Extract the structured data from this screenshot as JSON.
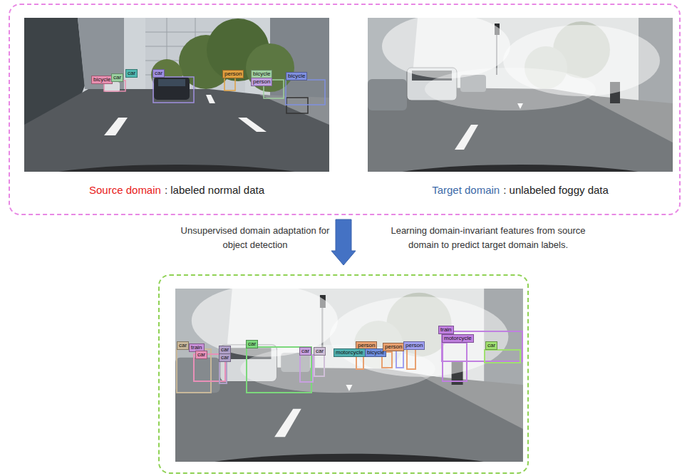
{
  "diagram": {
    "nodes": [
      {
        "text": [
          "bicycle",
          "car",
          "car",
          "car",
          "person",
          "bicycle",
          "person",
          "bicycle",
          "Source domain",
          ": labeled normal data",
          "Target domain",
          ": unlabeled foggy data"
        ]
      },
      {
        "text": [
          "car",
          "train",
          "car",
          "car",
          "car",
          "car",
          "car",
          "car",
          "person",
          "motorcycle",
          "bicycle",
          "person",
          "person",
          "train",
          "motorcycle",
          "car"
        ]
      }
    ],
    "edges": [
      {
        "from": 0,
        "to": 1,
        "arrow": "to"
      }
    ],
    "labels": [
      "Unsupervised domain adaptation for object detection",
      "Learning domain-invariant features from source domain to predict target domain labels."
    ]
  }
}
